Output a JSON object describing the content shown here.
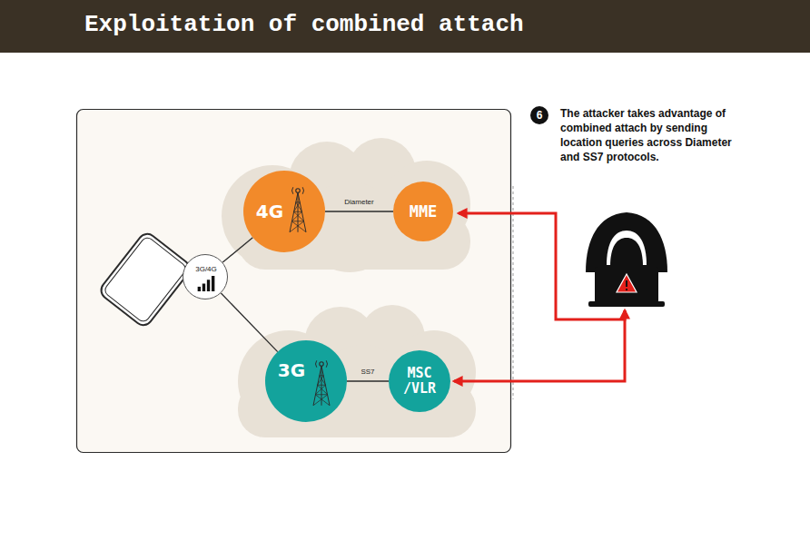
{
  "diagram": {
    "title": "Exploitation of combined attach",
    "nodes": [
      {
        "text": [
          "4G"
        ]
      },
      {
        "text": [
          "MME"
        ]
      },
      {
        "text": [
          "3G/4G"
        ]
      },
      {
        "text": [
          "3G"
        ]
      },
      {
        "text": [
          "MSC /VLR"
        ]
      }
    ],
    "edges": [
      {
        "from": 0,
        "to": 1,
        "label": "Diameter",
        "arrow": "none"
      },
      {
        "from": 2,
        "to": 0,
        "arrow": "none"
      },
      {
        "from": 2,
        "to": 3,
        "arrow": "none"
      },
      {
        "from": 3,
        "to": 4,
        "label": "SS7",
        "arrow": "none"
      }
    ],
    "labels": [
      "6",
      "The attacker takes advantage of combined attach by sending location queries across Diameter and SS7 protocols."
    ]
  }
}
